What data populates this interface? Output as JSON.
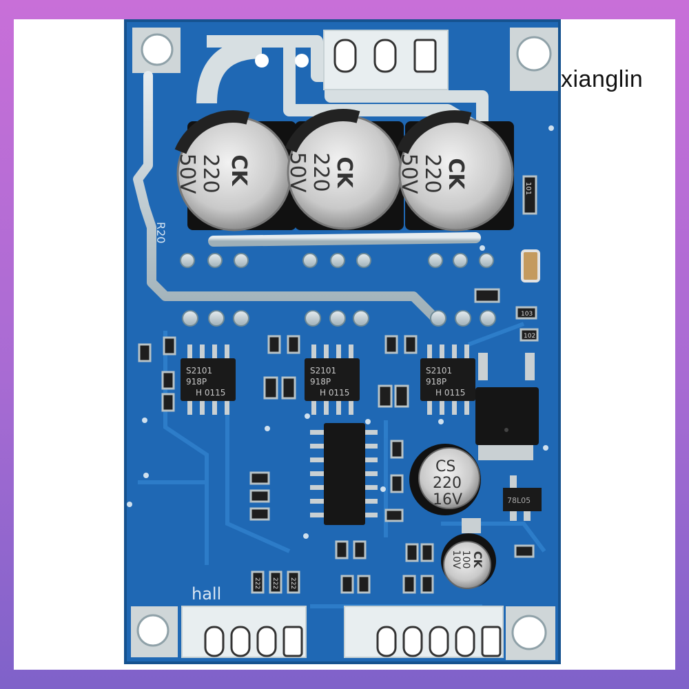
{
  "watermark": "xianglin",
  "pcb": {
    "board_color": "#1f68b4",
    "label_R20": "R20",
    "label_hall": "hall",
    "capacitors_large": [
      {
        "line1": "CK",
        "line2": "220",
        "line3": "50V"
      },
      {
        "line1": "CK",
        "line2": "220",
        "line3": "50V"
      },
      {
        "line1": "CK",
        "line2": "220",
        "line3": "50V"
      }
    ],
    "driver_chips": [
      {
        "line1": "S2101",
        "line2": "918P",
        "line3": "H 0115"
      },
      {
        "line1": "S2101",
        "line2": "918P",
        "line3": "H 0115"
      },
      {
        "line1": "S2101",
        "line2": "918P",
        "line3": "H 0115"
      }
    ],
    "capacitor_cs": {
      "line1": "CS",
      "line2": "220",
      "line3": "16V"
    },
    "capacitor_ck_small": {
      "line1": "CK",
      "line2": "100",
      "line3": "10V"
    },
    "regulator_marking": "78L05",
    "resistor_labels": [
      "101",
      "103",
      "102",
      "222",
      "222",
      "222"
    ]
  }
}
